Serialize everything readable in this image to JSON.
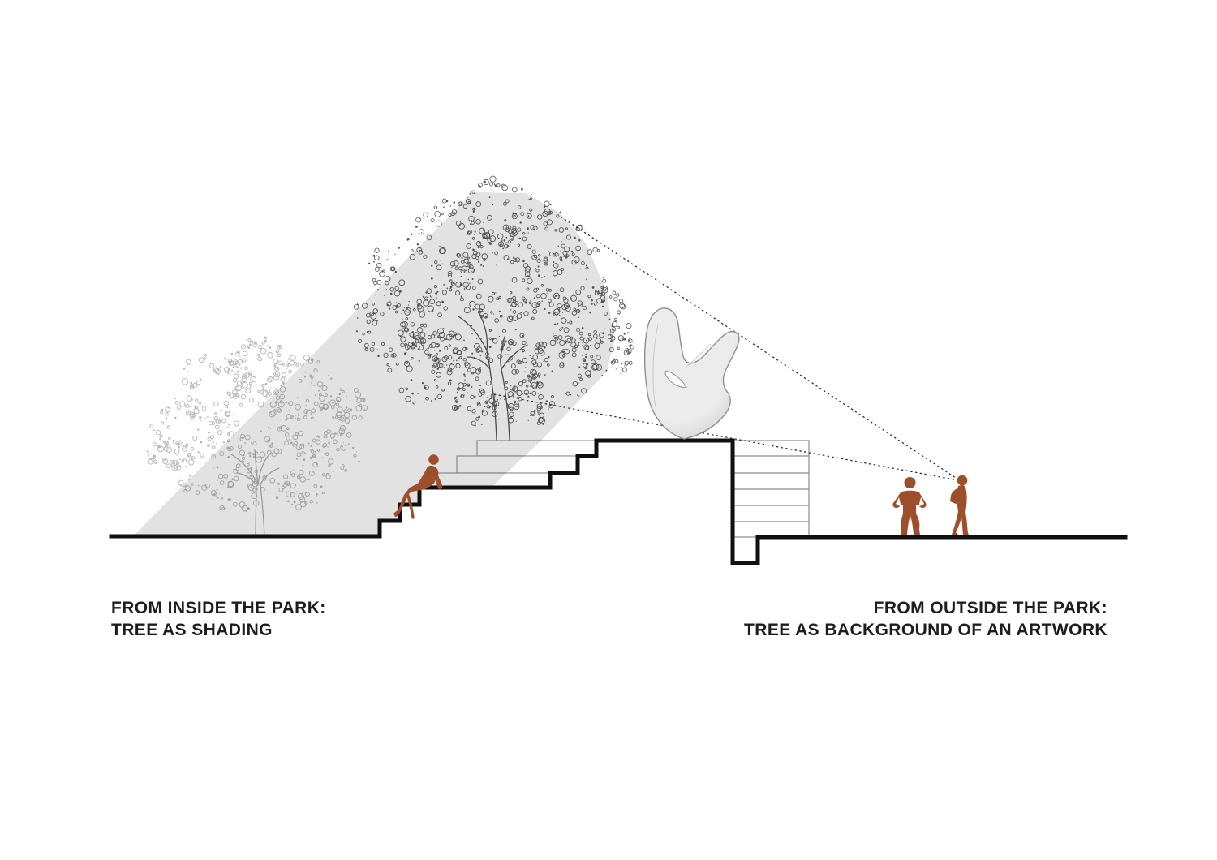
{
  "title": "Park section diagram — tree as shading / tree as background of an artwork",
  "captions": {
    "left": {
      "line1": "FROM INSIDE THE PARK:",
      "line2": "TREE AS SHADING"
    },
    "right": {
      "line1": "FROM OUTSIDE THE PARK:",
      "line2": "TREE AS BACKGROUND OF AN ARTWORK"
    }
  },
  "colors": {
    "background": "#ffffff",
    "caption_text": "#1d1d1d",
    "ground_profile": "#101010",
    "step_outline": "#9a9a9a",
    "wall_outline": "#8c8c8c",
    "step_fill": "#ffffff",
    "shadow_overlay": "rgba(0,0,0,0.115)",
    "foliage_dark": "#5a5a5a",
    "trunk_dark": "#565656",
    "foliage_light": "#b5b5b5",
    "trunk_light": "#a9a9a9",
    "sculpture_light": "#ececec",
    "sculpture_dark": "#c4c4c4",
    "sculpture_stroke": "#8f8f8f",
    "sculpture_hole": "#fbfbfb",
    "sightline": "#2e2e2e",
    "person": "#9d4f2c"
  }
}
